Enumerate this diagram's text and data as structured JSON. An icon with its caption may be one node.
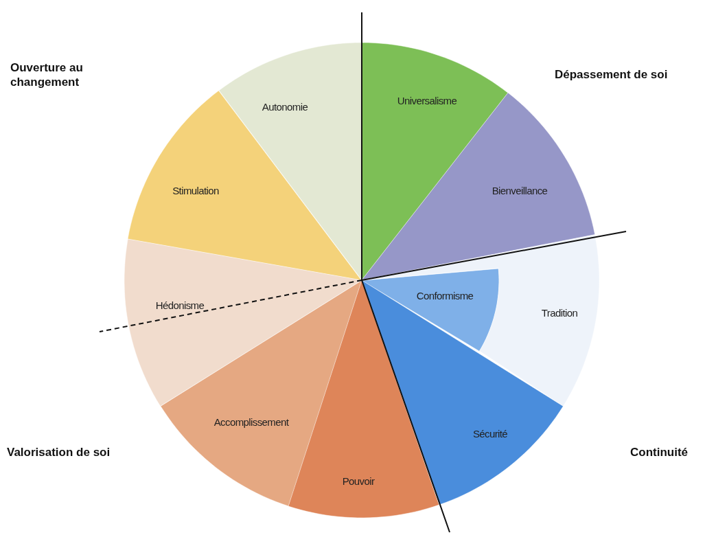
{
  "diagram": {
    "nodes": [
      {
        "text": [
          "Autonomie"
        ]
      },
      {
        "text": [
          "Universalisme"
        ]
      },
      {
        "text": [
          "Stimulation"
        ]
      },
      {
        "text": [
          "Bienveillance"
        ]
      },
      {
        "text": [
          "Conformisme"
        ]
      },
      {
        "text": [
          "Tradition"
        ]
      },
      {
        "text": [
          "Hédonisme"
        ]
      },
      {
        "text": [
          "Accomplissement"
        ]
      },
      {
        "text": [
          "Sécurité"
        ]
      },
      {
        "text": [
          "Pouvoir"
        ]
      }
    ],
    "labels": [
      "Ouverture au changement",
      "Dépassement de soi",
      "Valorisation de soi",
      "Continuité"
    ]
  }
}
